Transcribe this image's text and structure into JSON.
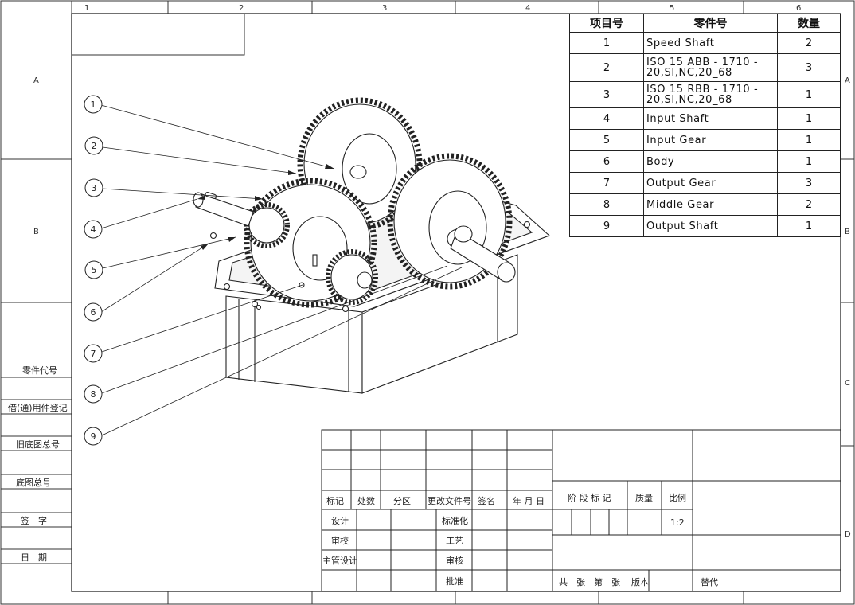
{
  "border": {
    "columns": [
      "1",
      "2",
      "3",
      "4",
      "5",
      "6"
    ],
    "rows_left": [
      "A",
      "B"
    ],
    "rows_right": [
      "A",
      "B",
      "C",
      "D"
    ]
  },
  "bom": {
    "headers": {
      "item": "项目号",
      "part": "零件号",
      "qty": "数量"
    },
    "rows": [
      {
        "item": "1",
        "part": "Speed Shaft",
        "qty": "2"
      },
      {
        "item": "2",
        "part": "ISO 15 ABB - 1710 - 20,SI,NC,20_68",
        "qty": "3"
      },
      {
        "item": "3",
        "part": "ISO 15 RBB - 1710 - 20,SI,NC,20_68",
        "qty": "1"
      },
      {
        "item": "4",
        "part": "Input Shaft",
        "qty": "1"
      },
      {
        "item": "5",
        "part": "Input Gear",
        "qty": "1"
      },
      {
        "item": "6",
        "part": "Body",
        "qty": "1"
      },
      {
        "item": "7",
        "part": "Output Gear",
        "qty": "3"
      },
      {
        "item": "8",
        "part": "Middle Gear",
        "qty": "2"
      },
      {
        "item": "9",
        "part": "Output Shaft",
        "qty": "1"
      }
    ]
  },
  "balloons": [
    "1",
    "2",
    "3",
    "4",
    "5",
    "6",
    "7",
    "8",
    "9"
  ],
  "left_strip": [
    "零件代号",
    "借(通)用件登记",
    "旧底图总号",
    "底图总号",
    "签　字",
    "日　期"
  ],
  "title_block": {
    "revision_header": [
      "标记",
      "处数",
      "分区",
      "更改文件号",
      "签名",
      "年 月 日"
    ],
    "signoff_left": [
      "设计",
      "审校",
      "主管设计"
    ],
    "signoff_right": [
      "标准化",
      "工艺",
      "审核",
      "批准"
    ],
    "stage_label": "阶 段 标 记",
    "weight_label": "质量",
    "scale_label": "比例",
    "scale_value": "1:2",
    "sheet_info": "共　张　第　张",
    "version_label": "版本",
    "replace_label": "替代"
  }
}
